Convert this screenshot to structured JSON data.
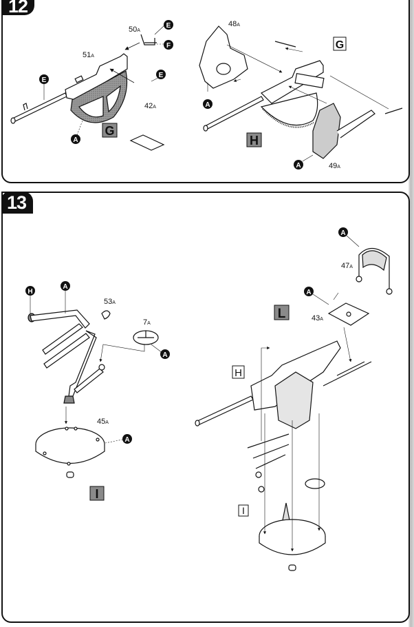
{
  "steps": [
    {
      "number": "12",
      "sub_assembly_left": {
        "parts": [
          {
            "num": "50",
            "sprue": "A"
          },
          {
            "num": "51",
            "sprue": "A"
          },
          {
            "num": "42",
            "sprue": "A"
          }
        ],
        "color_callouts": [
          "E",
          "F",
          "E",
          "E",
          "A"
        ],
        "assembly_label": "G"
      },
      "sub_assembly_right": {
        "parts": [
          {
            "num": "48",
            "sprue": "A"
          },
          {
            "num": "49",
            "sprue": "A"
          }
        ],
        "color_callouts": [
          "A",
          "A"
        ],
        "reference_label": "G",
        "assembly_label": "H"
      }
    },
    {
      "number": "13",
      "sub_assembly_left": {
        "parts": [
          {
            "num": "53",
            "sprue": "A"
          },
          {
            "num": "7",
            "sprue": "A"
          },
          {
            "num": "45",
            "sprue": "A"
          }
        ],
        "color_callouts": [
          "H",
          "A",
          "A",
          "A"
        ],
        "assembly_label": "I"
      },
      "sub_assembly_right": {
        "parts": [
          {
            "num": "47",
            "sprue": "A"
          },
          {
            "num": "43",
            "sprue": "A"
          }
        ],
        "color_callouts": [
          "A",
          "A"
        ],
        "assembly_label": "L",
        "reference_labels": [
          "H",
          "I"
        ]
      }
    }
  ],
  "colors": {
    "ink": "#111111",
    "shade": "#8a8a8a",
    "paper": "#ffffff"
  }
}
